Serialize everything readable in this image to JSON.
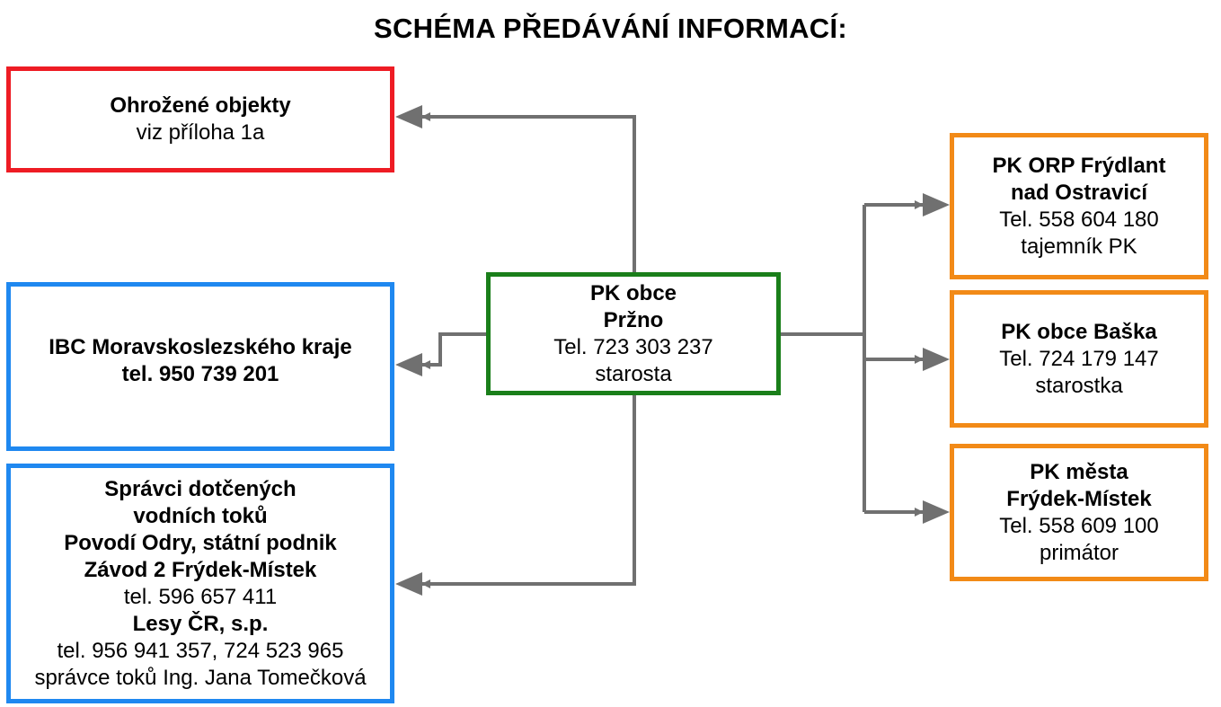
{
  "title": "SCHÉMA PŘEDÁVÁNÍ INFORMACÍ:",
  "colors": {
    "red": "#ee1c24",
    "blue": "#1f88f0",
    "green": "#1a7f1a",
    "orange": "#f28a17",
    "connector": "#707070"
  },
  "center": {
    "line1": "PK obce",
    "line2": "Pržno",
    "line3": "Tel. 723 303 237",
    "line4": "starosta"
  },
  "threatened": {
    "line1": "Ohrožené objekty",
    "line2": "viz příloha 1a"
  },
  "ibc": {
    "line1": "IBC Moravskoslezského kraje",
    "line2": "tel. 950 739 201"
  },
  "managers": {
    "line1": "Správci dotčených",
    "line2": "vodních toků",
    "line3": "Povodí Odry, státní podnik",
    "line4": "Závod 2 Frýdek-Místek",
    "line5": "tel. 596 657 411",
    "line6": "Lesy ČR, s.p.",
    "line7": "tel. 956 941 357, 724 523 965",
    "line8": "správce toků Ing. Jana Tomečková"
  },
  "orp": {
    "line1": "PK ORP Frýdlant",
    "line2": "nad Ostravicí",
    "line3": "Tel.  558 604 180",
    "line4": "tajemník PK"
  },
  "baska": {
    "line1": "PK obce Baška",
    "line2": "Tel. 724 179 147",
    "line3": "starostka"
  },
  "frydek": {
    "line1": "PK města",
    "line2": "Frýdek-Místek",
    "line3": "Tel. 558 609 100",
    "line4": "primátor"
  }
}
